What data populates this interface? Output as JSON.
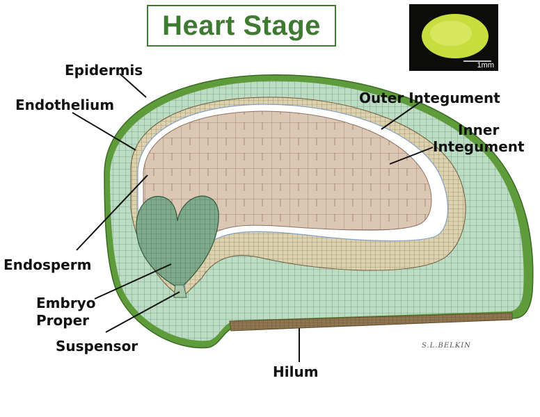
{
  "title": "Heart Stage",
  "photo": {
    "scale_label": "1mm"
  },
  "labels": {
    "epidermis": "Epidermis",
    "endothelium": "Endothelium",
    "outer_integument": "Outer Integument",
    "inner_integument_line1": "Inner",
    "inner_integument_line2": "Integument",
    "endosperm": "Endosperm",
    "embryo_proper_line1": "Embryo",
    "embryo_proper_line2": "Proper",
    "suspensor": "Suspensor",
    "hilum": "Hilum"
  },
  "artist_signature": "S.L.BELKIN",
  "colors": {
    "title_green": "#3f7a32",
    "epidermis_green": "#5e9b3a",
    "integument_teal": "#b7d8c0",
    "inner_integument_tan": "#d9cfae",
    "endosperm_pink": "#dcc6b4",
    "embryo_green": "#7fa98a",
    "hilum_brown": "#8a7048"
  }
}
